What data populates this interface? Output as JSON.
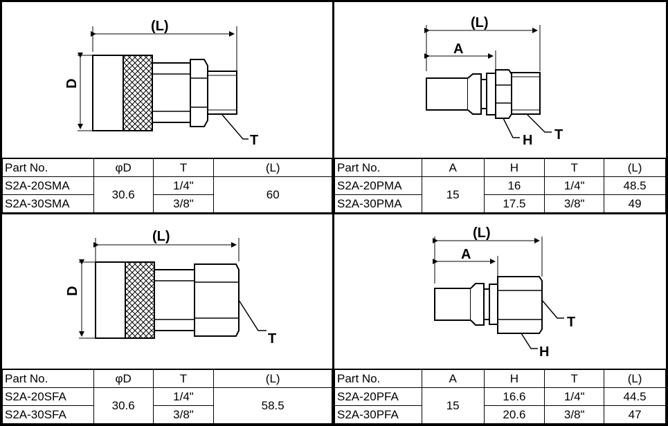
{
  "labels": {
    "length": "(L)",
    "diameter": "D",
    "thread": "T",
    "a": "A",
    "hex": "H"
  },
  "panels": {
    "sma": {
      "headers": [
        "Part No.",
        "φD",
        "T",
        "(L)"
      ],
      "rows": [
        {
          "part": "S2A-20SMA",
          "t": "1/4\""
        },
        {
          "part": "S2A-30SMA",
          "t": "3/8\""
        }
      ],
      "d": "30.6",
      "l": "60"
    },
    "pma": {
      "headers": [
        "Part No.",
        "A",
        "H",
        "T",
        "(L)"
      ],
      "rows": [
        {
          "part": "S2A-20PMA",
          "h": "16",
          "t": "1/4\"",
          "l": "48.5"
        },
        {
          "part": "S2A-30PMA",
          "h": "17.5",
          "t": "3/8\"",
          "l": "49"
        }
      ],
      "a": "15"
    },
    "sfa": {
      "headers": [
        "Part No.",
        "φD",
        "T",
        "(L)"
      ],
      "rows": [
        {
          "part": "S2A-20SFA",
          "t": "1/4\""
        },
        {
          "part": "S2A-30SFA",
          "t": "3/8\""
        }
      ],
      "d": "30.6",
      "l": "58.5"
    },
    "pfa": {
      "headers": [
        "Part No.",
        "A",
        "H",
        "T",
        "(L)"
      ],
      "rows": [
        {
          "part": "S2A-20PFA",
          "h": "16.6",
          "t": "1/4\"",
          "l": "44.5"
        },
        {
          "part": "S2A-30PFA",
          "h": "20.6",
          "t": "3/8\"",
          "l": "47"
        }
      ],
      "a": "15"
    }
  }
}
